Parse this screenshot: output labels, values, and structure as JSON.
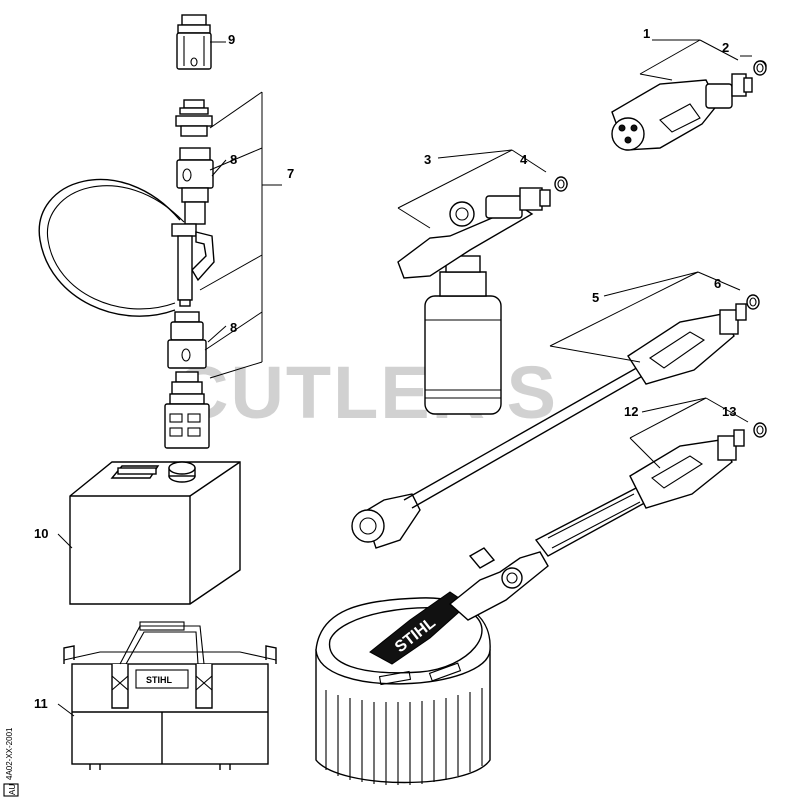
{
  "watermark": "CUTLER'S",
  "brand_bag": "STIHL",
  "brand_brush": "STIHL",
  "reference_code": "4A02-XX-2001",
  "ref_box": "AU",
  "callouts": [
    "1",
    "2",
    "3",
    "4",
    "5",
    "6",
    "7",
    "8",
    "8",
    "9",
    "10",
    "11",
    "12",
    "13"
  ],
  "parts": [
    {
      "num": "1",
      "item": "rotary-nozzle"
    },
    {
      "num": "2",
      "item": "o-ring"
    },
    {
      "num": "3",
      "item": "foam-nozzle"
    },
    {
      "num": "4",
      "item": "o-ring"
    },
    {
      "num": "5",
      "item": "underbody-spray-lance"
    },
    {
      "num": "6",
      "item": "o-ring"
    },
    {
      "num": "7",
      "item": "suction-hose-kit"
    },
    {
      "num": "8",
      "item": "hose-coupling"
    },
    {
      "num": "9",
      "item": "hose-coupling"
    },
    {
      "num": "10",
      "item": "container"
    },
    {
      "num": "11",
      "item": "carry-bag"
    },
    {
      "num": "12",
      "item": "rotary-wash-brush"
    },
    {
      "num": "13",
      "item": "o-ring"
    }
  ]
}
